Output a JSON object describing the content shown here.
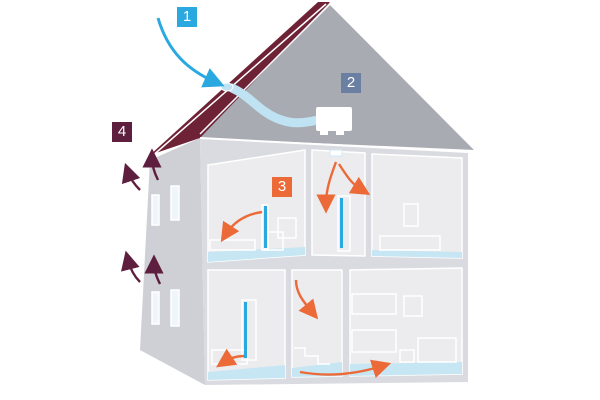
{
  "markers": [
    {
      "id": "1",
      "color": "#29a9df"
    },
    {
      "id": "2",
      "color": "#6b7fa3"
    },
    {
      "id": "3",
      "color": "#ec6a38"
    },
    {
      "id": "4",
      "color": "#5e1f3f"
    }
  ],
  "colors": {
    "roof": "#6e2236",
    "wall": "#dadbe0",
    "attic": "#a9abb2",
    "interior": "#ececee",
    "line": "#ffffff",
    "duct": "#bfe3f2",
    "floor": "#c7e6f4",
    "supply_arrow": "#29a9df",
    "extract_arrow": "#ec6a38",
    "exhaust_arrow": "#5e1f3f"
  }
}
